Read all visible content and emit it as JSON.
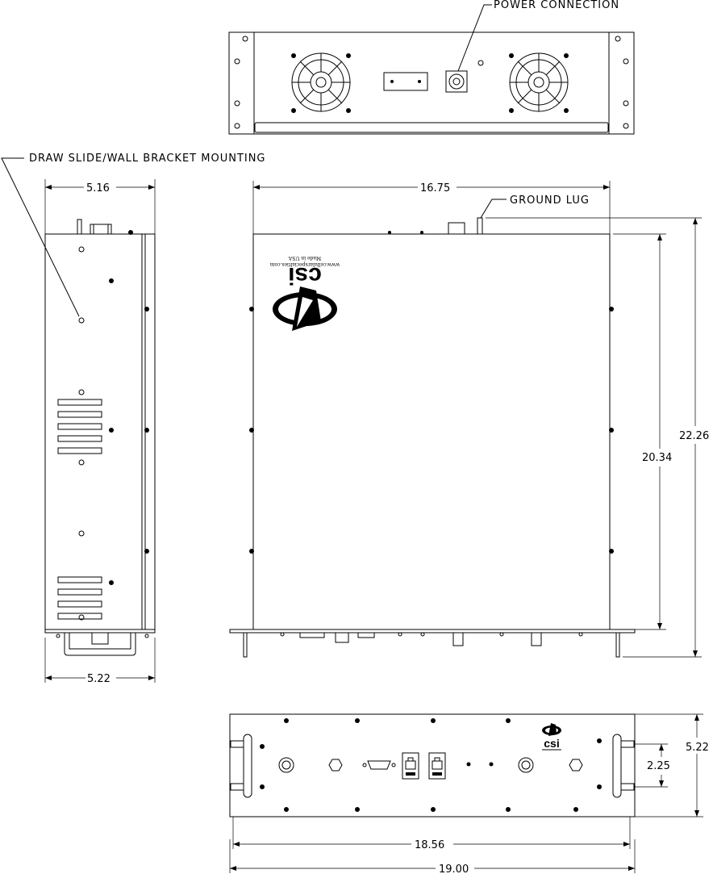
{
  "labels": {
    "power_connection": "POWER CONNECTION",
    "draw_slide": "DRAW SLIDE/WALL BRACKET MOUNTING",
    "ground_lug": "GROUND LUG"
  },
  "dimensions": {
    "side_top_width": "5.16",
    "side_bottom_width": "5.22",
    "top_width": "16.75",
    "top_depth_inner": "20.34",
    "top_depth_overall": "22.26",
    "rear_height": "5.22",
    "rear_connector_spacing": "2.25",
    "rear_mount_width": "18.56",
    "rear_overall_width": "19.00"
  },
  "plate": {
    "logo_text": "csi",
    "made_in": "Made in USA",
    "website": "www.cellularspecialties.com"
  },
  "rear_logo_text": "csi"
}
